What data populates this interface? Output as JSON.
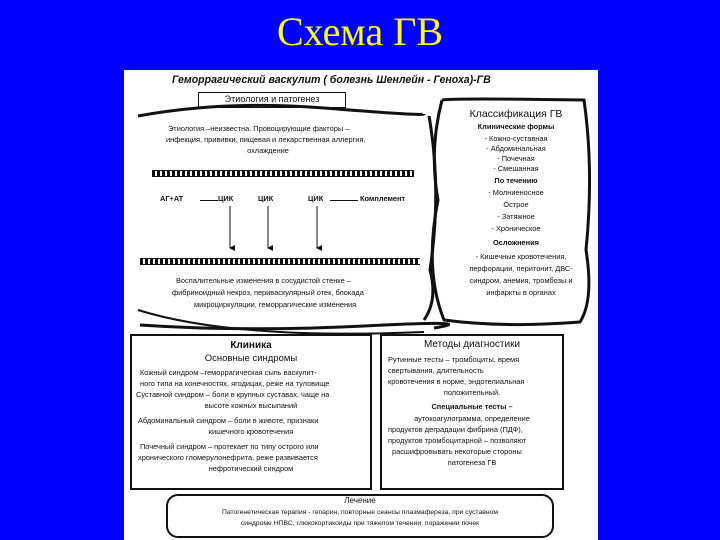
{
  "slide": {
    "title": "Схема ГВ"
  },
  "header": {
    "title": "Геморрагический васкулит ( болезнь Шенлейн - Геноха)-ГВ"
  },
  "etiology": {
    "heading": "Этиология и патогенез",
    "lines": [
      "Этиология –неизвестна. Провоцирующие факторы –",
      "инфекция, прививки, пищевая и лекарственная аллергия,",
      "охлаждение"
    ],
    "chain": {
      "ag_at": "АГ+АТ",
      "cik1": "ЦИК",
      "cik2": "ЦИК",
      "cik3": "ЦИК",
      "complement": "Комплемент"
    },
    "inflammation": [
      "Воспалительные изменения в сосудистой стенке –",
      "фибриноидный некроз, периваскулярный отек, блокада",
      "микроциркуляции, геморрагические изменения"
    ]
  },
  "classification": {
    "heading": "Классификация ГВ",
    "clinical_heading": "Клинические формы",
    "clinical": [
      "- Кожно-суставная",
      "- Абдоминальная",
      "- Почечная",
      "- Смешанная"
    ],
    "course_heading": "По течению",
    "course": [
      "- Молниеносное",
      "Острое",
      "- Затяжное",
      "- Хроническое"
    ],
    "complications_heading": "Осложнения",
    "complications": [
      "- Кишечные кровотечения,",
      "перфорации, перитонит, ДВС-",
      "синдром, анемия, тромбозы и",
      "инфаркты в органах"
    ]
  },
  "clinic": {
    "heading": "Клиника",
    "subheading": "Основные синдромы",
    "lines": [
      "Кожный синдром –геморрагическая сыпь васкулит-",
      "ного типа на конечностях, ягодицах, реже на туловище",
      "Суставной синдром – боли в крупных суставах, чаще на",
      "высоте кожных высыпаний",
      "Абдоминальный синдром – боли в животе, признаки",
      "кишечного кровотечения",
      "Почечный синдром – протекает по типу острого или",
      "хронического гломерулонефрита, реже развивается",
      "нефротический синдром"
    ]
  },
  "diagnostics": {
    "heading": "Методы диагностики",
    "lines": [
      "Рутинные тесты – тромбоциты, время",
      "свертывания, длительность",
      "кровотечения в норме, эндотелиальная",
      "положительный.",
      "Специальные тесты –",
      "аутокоагулограмма, определение",
      "продуктов деградации фибрина (ПДФ),",
      "продуктов тромбоцитарной – позволяют",
      "расшифровывать некоторые стороны",
      "патогенеза ГВ"
    ]
  },
  "treatment": {
    "heading": "Лечение",
    "lines": [
      "Патогенетическая терапия - гепарин, повторные сеансы плазмафереза, при суставном",
      "синдроме НПВС, глюкокортикоиды при тяжелом течении, поражении почек"
    ]
  }
}
